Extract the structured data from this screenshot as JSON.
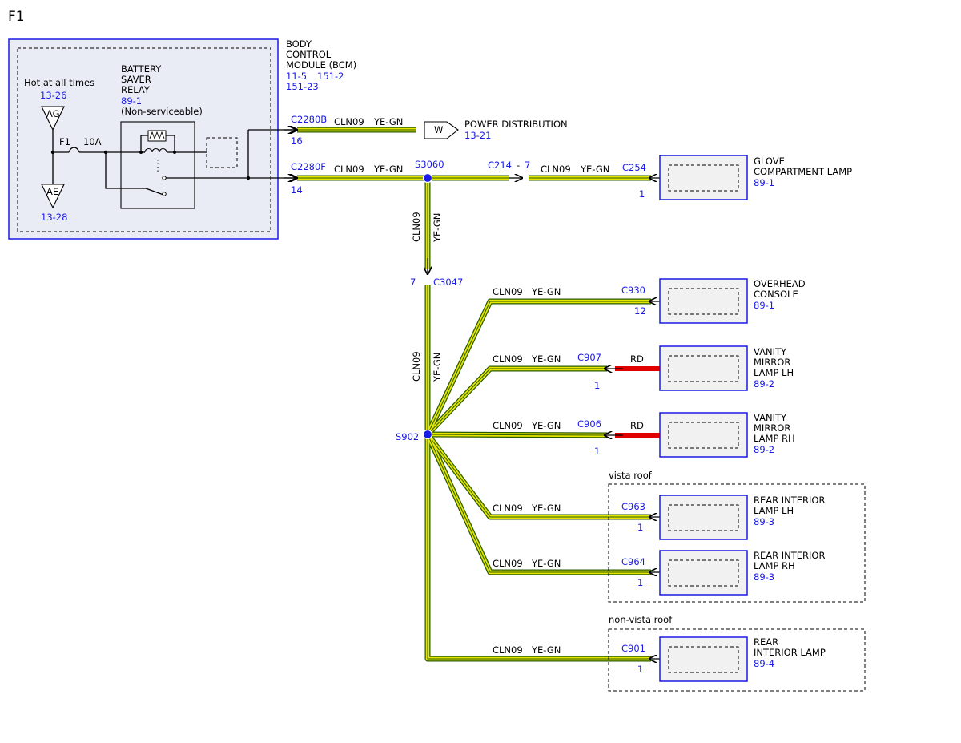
{
  "page": {
    "title": "F1"
  },
  "bcm": {
    "name_lines": [
      "BODY",
      "CONTROL",
      "MODULE (BCM)"
    ],
    "refs": [
      "11-5",
      "151-2",
      "151-23"
    ],
    "hot_label": "Hot at all times",
    "hot_ref": "13-26",
    "top_term": "AG",
    "bottom_term": "AE",
    "bottom_ref": "13-28",
    "fuse_name": "F1",
    "fuse_rating": "10A",
    "relay_lines": [
      "BATTERY",
      "SAVER",
      "RELAY"
    ],
    "relay_ref": "89-1",
    "relay_note": "(Non-serviceable)"
  },
  "connectors": {
    "c2280b": "C2280B",
    "c2280b_pin": "16",
    "c2280f": "C2280F",
    "c2280f_pin": "14",
    "c214": "C214",
    "c214_dash": "-",
    "c214_pin": "7",
    "c254": "C254",
    "c254_pin": "1",
    "c3047": "C3047",
    "c3047_pin": "7",
    "c930": "C930",
    "c930_pin": "12",
    "c907": "C907",
    "c907_pin": "1",
    "c906": "C906",
    "c906_pin": "1",
    "c963": "C963",
    "c963_pin": "1",
    "c964": "C964",
    "c964_pin": "1",
    "c901": "C901",
    "c901_pin": "1"
  },
  "splices": {
    "s3060": "S3060",
    "s902": "S902"
  },
  "wire": {
    "circuit": "CLN09",
    "color": "YE-GN",
    "red_color": "RD"
  },
  "power_dist": {
    "symbol": "W",
    "label": "POWER DISTRIBUTION",
    "ref": "13-21"
  },
  "components": {
    "glove": {
      "lines": [
        "GLOVE",
        "COMPARTMENT LAMP"
      ],
      "ref": "89-1"
    },
    "overhead": {
      "lines": [
        "OVERHEAD",
        "CONSOLE"
      ],
      "ref": "89-1"
    },
    "vanity_lh": {
      "lines": [
        "VANITY",
        "MIRROR",
        "LAMP LH"
      ],
      "ref": "89-2"
    },
    "vanity_rh": {
      "lines": [
        "VANITY",
        "MIRROR",
        "LAMP RH"
      ],
      "ref": "89-2"
    },
    "rear_lh": {
      "lines": [
        "REAR INTERIOR",
        "LAMP LH"
      ],
      "ref": "89-3"
    },
    "rear_rh": {
      "lines": [
        "REAR INTERIOR",
        "LAMP RH"
      ],
      "ref": "89-3"
    },
    "rear": {
      "lines": [
        "REAR",
        "INTERIOR LAMP"
      ],
      "ref": "89-4"
    }
  },
  "options": {
    "vista": "vista roof",
    "non_vista": "non-vista roof"
  },
  "colors": {
    "wire_yellow": "#e6e600",
    "wire_green": "#2a5a00",
    "wire_red": "#e00000",
    "outline_blue": "#1a1ae6",
    "splice_blue": "#1a1ae6",
    "component_fill": "#f1f1f1"
  }
}
